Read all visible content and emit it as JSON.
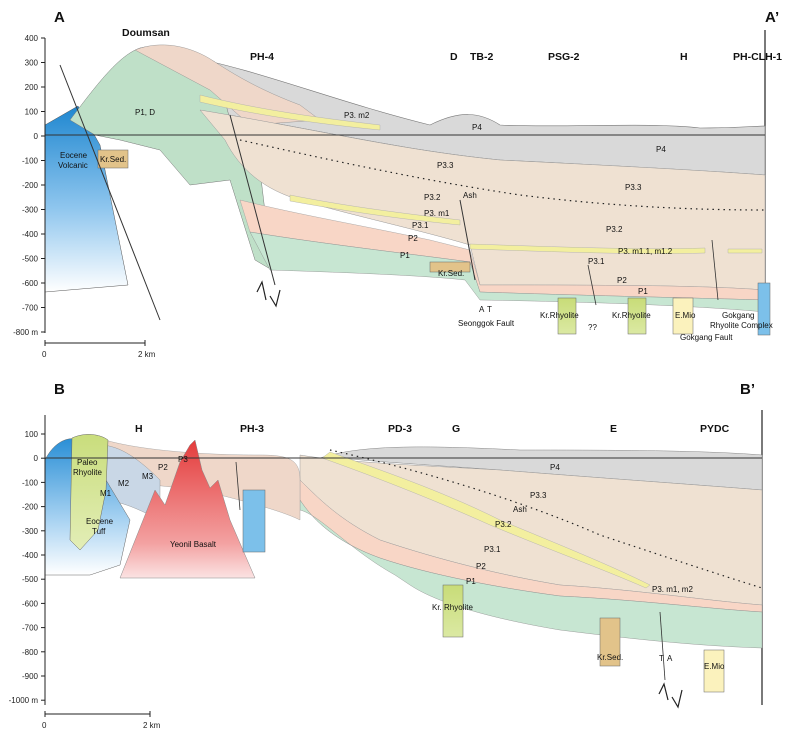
{
  "section_A": {
    "label_left": "A",
    "label_right": "A’",
    "sites": {
      "doumsan": "Doumsan",
      "ph4": "PH-4",
      "d": "D",
      "tb2": "TB-2",
      "psg2": "PSG-2",
      "h": "H",
      "phclh1": "PH-CLH-1"
    },
    "y_ticks": [
      "400",
      "300",
      "200",
      "100",
      "0",
      "-100",
      "-200",
      "-300",
      "-400",
      "-500",
      "-600",
      "-700",
      "-800 m"
    ],
    "scale_labels": [
      "0",
      "2 km"
    ],
    "units": {
      "p1d": "P1, D",
      "eocene_volcanic_1": "Eocene",
      "eocene_volcanic_2": "Volcanic",
      "kr_sed_1": "Kr.Sed.",
      "p3m2": "P3. m2",
      "p4_top": "P4",
      "p4": "P4",
      "p33_left": "P3.3",
      "p33_right": "P3.3",
      "ash": "Ash",
      "p32_left": "P3.2",
      "p32_right": "P3.2",
      "p3m1": "P3. m1",
      "p31_left": "P3.1",
      "p31_right": "P3.1",
      "p2_left": "P2",
      "p2_right": "P2",
      "p1_left": "P1",
      "p1_right": "P1",
      "p3m1m2": "P3. m1.1, m1.2",
      "kr_sed_2": "Kr.Sed.",
      "kr_rhyolite_1": "Kr.Rhyolite",
      "kr_rhyolite_2": "Kr.Rhyolite",
      "e_mio": "E.Mio",
      "gokgang_1": "Gokgang",
      "gokgang_2": "Rhyolite Complex",
      "seonggok_fault": "Seonggok Fault",
      "gokgang_fault": "Gokgang Fault",
      "question": "??",
      "fault_a": "A",
      "fault_t": "T"
    }
  },
  "section_B": {
    "label_left": "B",
    "label_right": "B’",
    "sites": {
      "h": "H",
      "ph3": "PH-3",
      "pd3": "PD-3",
      "g": "G",
      "e": "E",
      "pydc": "PYDC"
    },
    "y_ticks": [
      "100",
      "0",
      "-100",
      "-200",
      "-300",
      "-400",
      "-500",
      "-600",
      "-700",
      "-800",
      "-900",
      "-1000 m"
    ],
    "scale_labels": [
      "0",
      "2 km"
    ],
    "units": {
      "paleo_1": "Paleo",
      "paleo_2": "Rhyolite",
      "m1": "M1",
      "m2": "M2",
      "m3": "M3",
      "eocene_tuff_1": "Eocene",
      "eocene_tuff_2": "Tuff",
      "yeonil_basalt": "Yeonil Basalt",
      "p2_top": "P2",
      "p3_top": "P3",
      "p4": "P4",
      "p33": "P3.3",
      "ash": "Ash",
      "p32": "P3.2",
      "p31": "P3.1",
      "p2": "P2",
      "p1": "P1",
      "p3m1m2": "P3. m1, m2",
      "kr_rhyolite": "Kr. Rhyolite",
      "kr_sed": "Kr.Sed.",
      "e_mio": "E.Mio",
      "fault_t": "T",
      "fault_a": "A"
    }
  },
  "colors": {
    "p1": "#c7e6d2",
    "p1_textured": "#bfe0c8",
    "p2": "#f8d6c6",
    "p3": "#efe1d2",
    "p4": "#d9d9d9",
    "marker_bed": "#f3ef9f",
    "eocene": "#3a9ad9",
    "rhyolite_green": "#cfe08a",
    "basalt": "#e85a5a",
    "kr_sed": "#e2c38a",
    "e_mio": "#fbf2bd"
  }
}
